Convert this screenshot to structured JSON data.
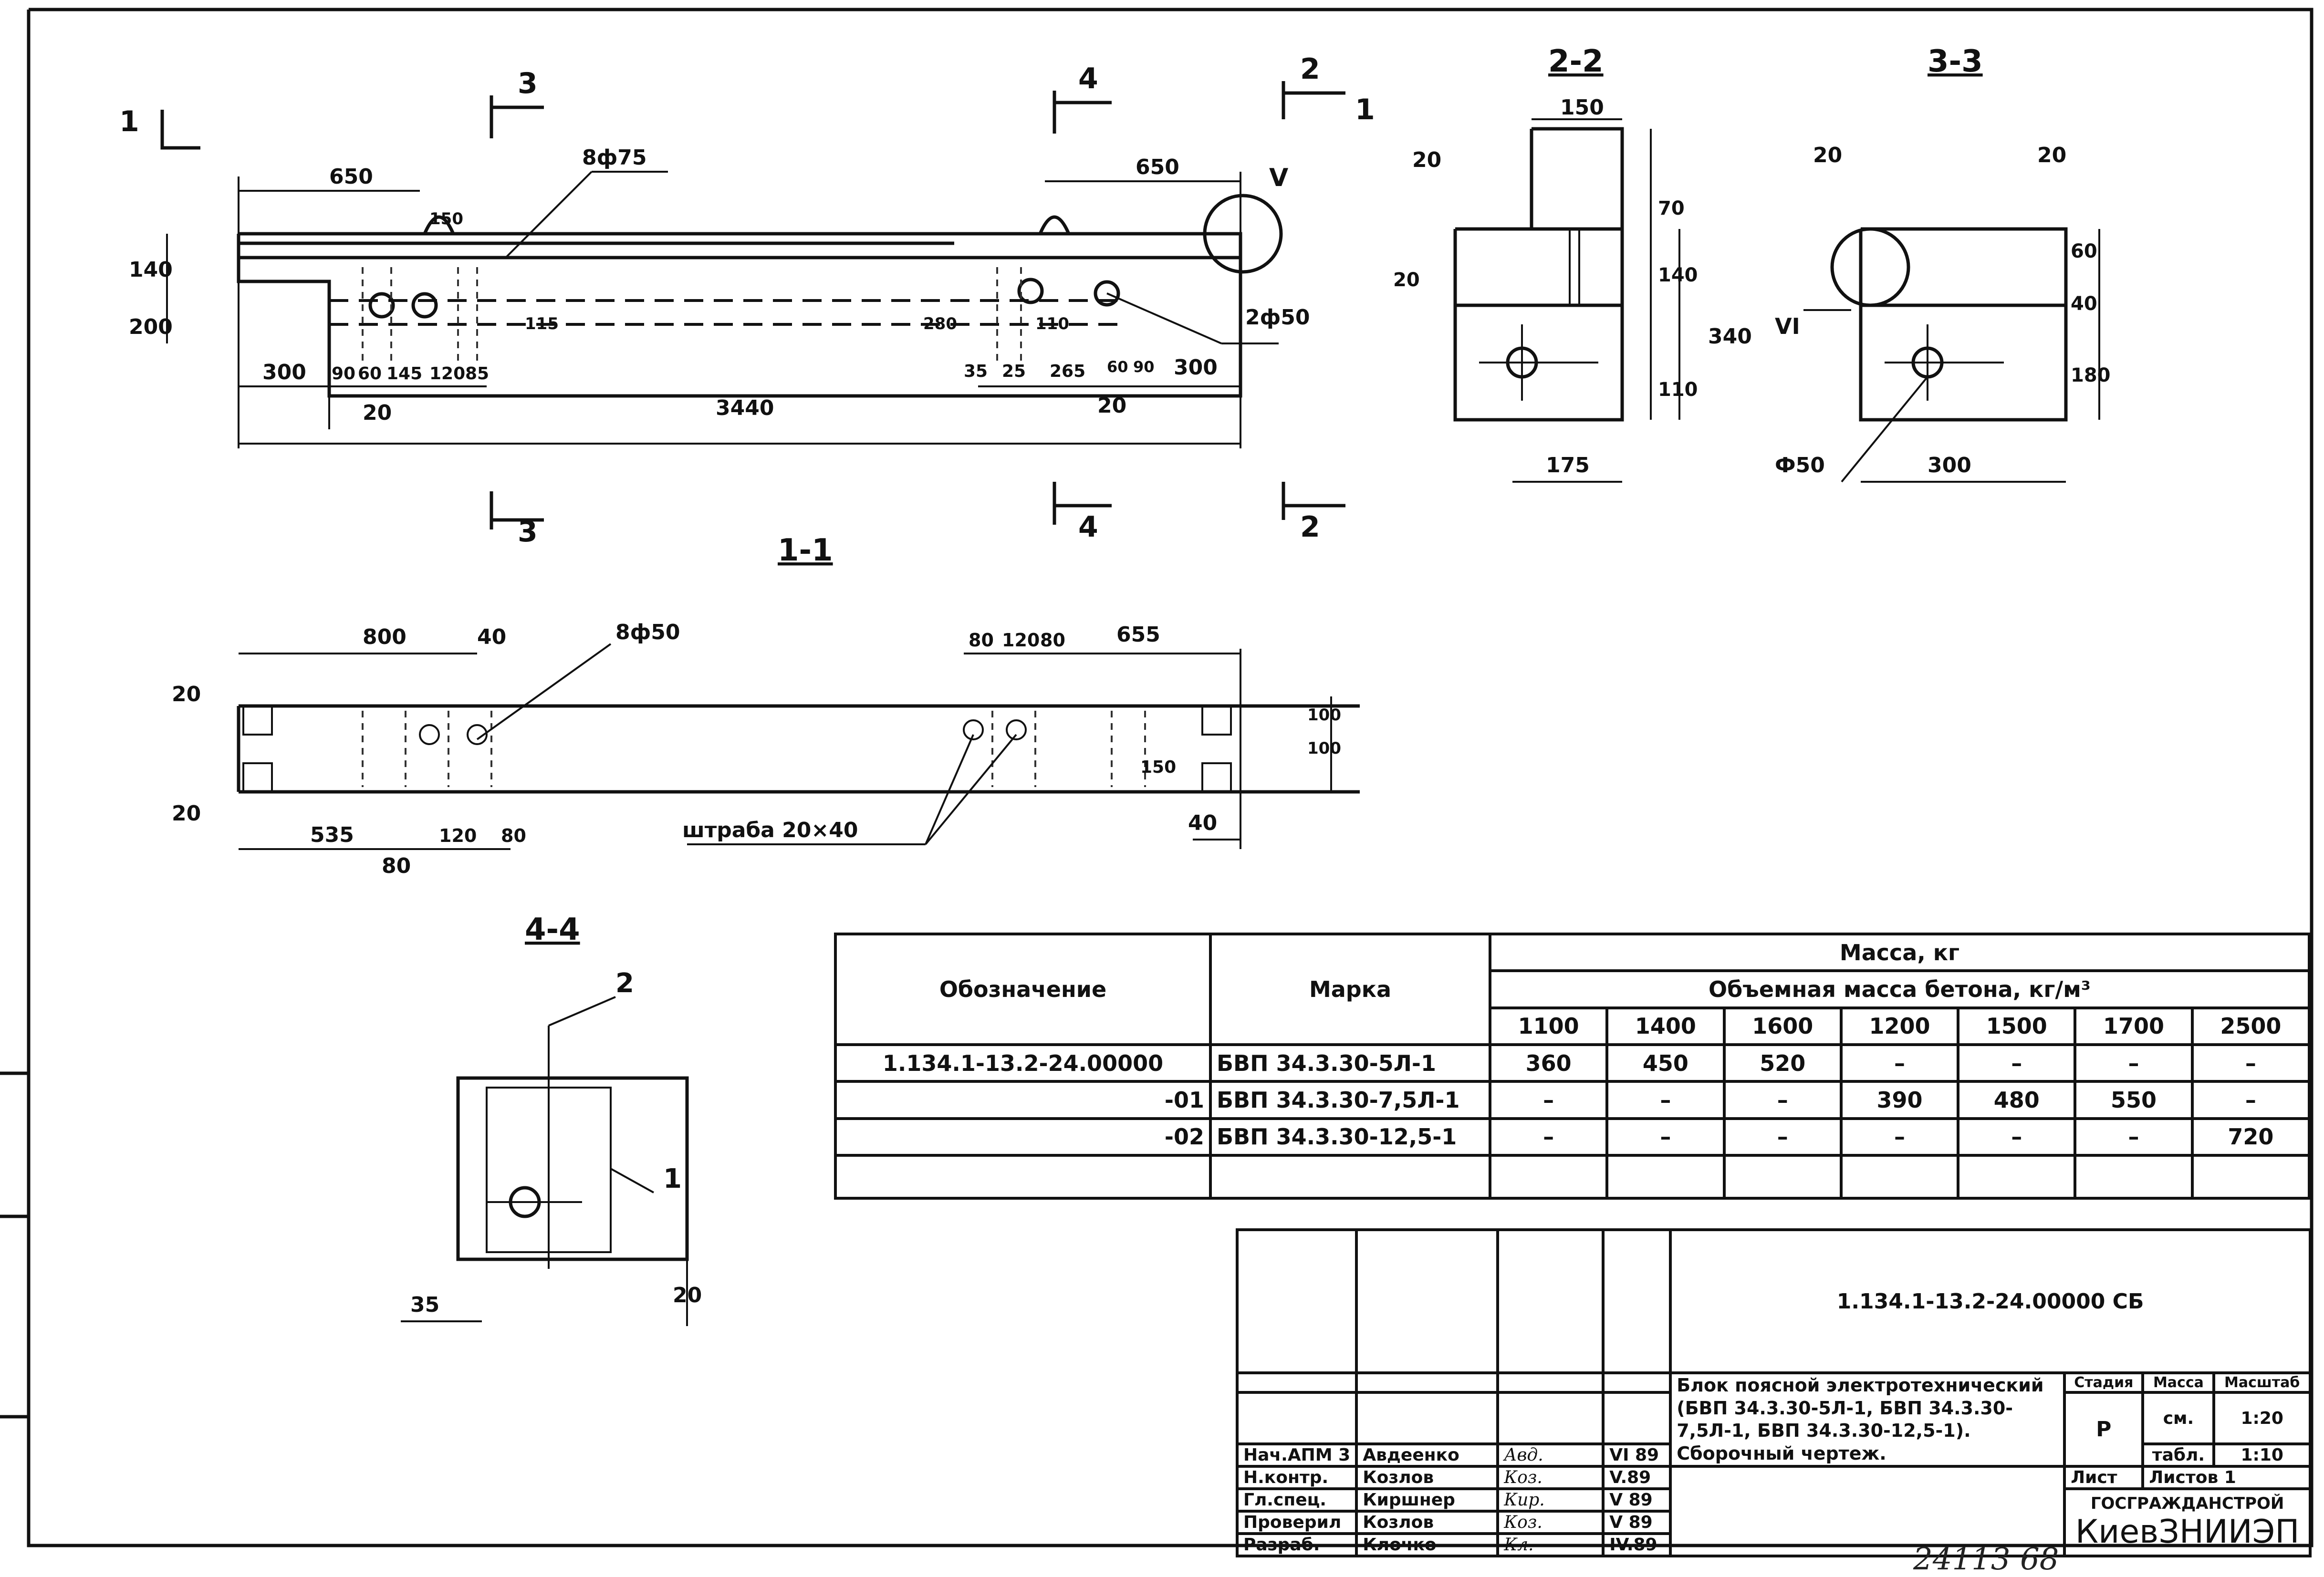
{
  "sections": {
    "s22": "2-2",
    "s33": "3-3",
    "s11": "1-1",
    "s44": "4-4",
    "cut1": "1",
    "cut2": "2",
    "cut3": "3",
    "cut4": "4",
    "node5": "V",
    "node6": "VI"
  },
  "dims_elevation": {
    "d650a": "650",
    "d650b": "650",
    "d8f75": "8ф75",
    "d2f50": "2ф50",
    "d200": "200",
    "d140": "140",
    "d150": "150",
    "d115": "115",
    "d300a": "300",
    "d300b": "300",
    "d3440": "3440",
    "d90": "90",
    "d60": "60",
    "d145": "145",
    "d120": "120",
    "d85": "85",
    "d20a": "20",
    "d20b": "20",
    "d280": "280",
    "d110": "110",
    "d35": "35",
    "d25": "25",
    "d265": "265",
    "d60b": "60",
    "d90b": "90"
  },
  "dims_s22": {
    "d150": "150",
    "d20": "20",
    "d70": "70",
    "d140": "140",
    "d340": "340",
    "d110": "110",
    "d175": "175",
    "d20v": "20"
  },
  "dims_s33": {
    "d20a": "20",
    "d20b": "20",
    "d60": "60",
    "d40": "40",
    "d180": "180",
    "d300": "300",
    "f50": "Ф50"
  },
  "dims_plan": {
    "d800": "800",
    "d40": "40",
    "d8f50": "8ф50",
    "d20a": "20",
    "d20b": "20",
    "d535": "535",
    "d80a": "80",
    "d120a": "120",
    "d80b": "80",
    "d80c": "80",
    "d120b": "120",
    "d80d": "80",
    "d655": "655",
    "d150": "150",
    "d100a": "100",
    "d100b": "100",
    "d40b": "40",
    "groove": "штраба 20×40"
  },
  "dims_s44": {
    "d35": "35",
    "d20": "20",
    "lead1": "1",
    "lead2": "2"
  },
  "spec": {
    "h_designation": "Обозначение",
    "h_mark": "Марка",
    "h_mass": "Масса, кг",
    "h_density": "Объемная масса бетона, кг/м³",
    "densities": [
      "1100",
      "1400",
      "1600",
      "1200",
      "1500",
      "1700",
      "2500"
    ],
    "rows": [
      {
        "designation": "1.134.1-13.2-24.00000",
        "mark": "БВП 34.3.30-5Л-1",
        "values": [
          "360",
          "450",
          "520",
          "–",
          "–",
          "–",
          "–"
        ]
      },
      {
        "designation": "-01",
        "mark": "БВП 34.3.30-7,5Л-1",
        "values": [
          "–",
          "–",
          "–",
          "390",
          "480",
          "550",
          "–"
        ]
      },
      {
        "designation": "-02",
        "mark": "БВП 34.3.30-12,5-1",
        "values": [
          "–",
          "–",
          "–",
          "–",
          "–",
          "–",
          "720"
        ]
      }
    ]
  },
  "title_block": {
    "doc_code": "1.134.1-13.2-24.00000 СБ",
    "title": "Блок поясной электротехнический (БВП 34.3.30-5Л-1, БВП 34.3.30-7,5Л-1, БВП 34.3.30-12,5-1). Сборочный чертеж.",
    "stage_label": "Стадия",
    "mass_label": "Масса",
    "scale_label": "Масштаб",
    "stage": "Р",
    "mass1": "см.",
    "mass2": "табл.",
    "scale1": "1:20",
    "scale2": "1:10",
    "sheet_label": "Лист",
    "sheets_label": "Листов 1",
    "org1": "ГОСГРАЖДАНСТРОЙ",
    "org2": "КиевЗНИИЭП",
    "staff": [
      {
        "role": "Нач.АПМ 3",
        "name": "Авдеенко",
        "sign": "Авд.",
        "date": "VI 89"
      },
      {
        "role": "Н.контр.",
        "name": "Козлов",
        "sign": "Коз.",
        "date": "V.89"
      },
      {
        "role": "Гл.спец.",
        "name": "Киршнер",
        "sign": "Кир.",
        "date": "V 89"
      },
      {
        "role": "Проверил",
        "name": "Козлов",
        "sign": "Коз.",
        "date": "V 89"
      },
      {
        "role": "Разраб.",
        "name": "Клочко",
        "sign": "Кл.",
        "date": "IV.89"
      }
    ]
  },
  "sheet_note": "24113   68"
}
